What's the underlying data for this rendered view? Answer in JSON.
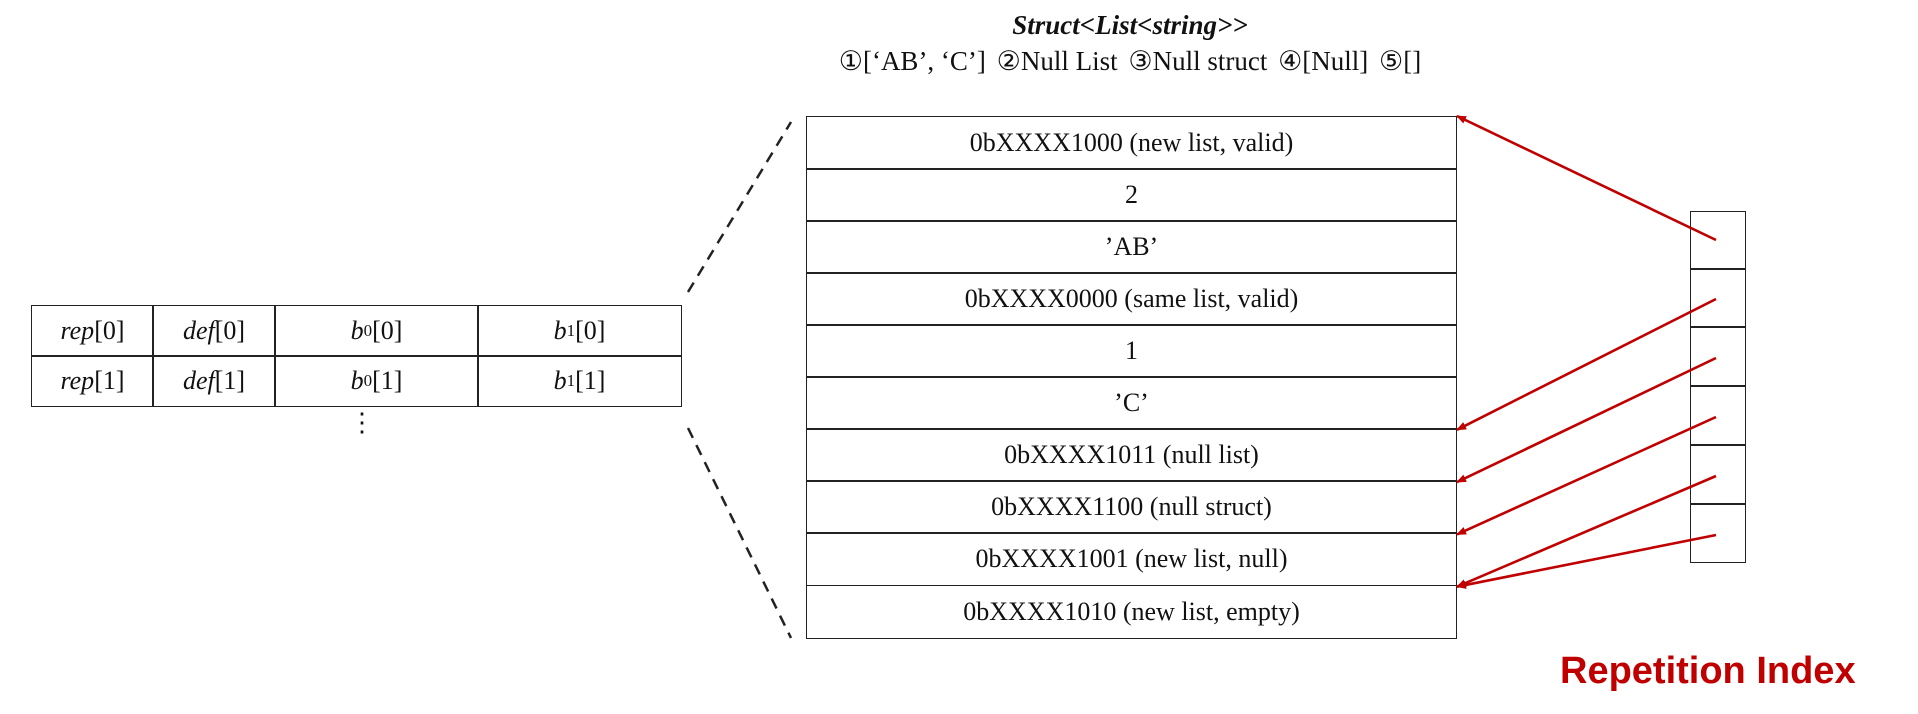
{
  "title": "Struct<List<string>>",
  "legend": [
    "①[‘AB’, ‘C’]",
    "②Null List",
    "③Null struct",
    "④[Null]",
    "⑤[]"
  ],
  "left_table": {
    "rows": [
      {
        "rep": "rep",
        "rep_idx": "[0]",
        "def": "def",
        "def_idx": "[0]",
        "b0": "b",
        "b0_sub": "0",
        "b0_idx": "[0]",
        "b1": "b",
        "b1_sub": "1",
        "b1_idx": "[0]"
      },
      {
        "rep": "rep",
        "rep_idx": "[1]",
        "def": "def",
        "def_idx": "[1]",
        "b0": "b",
        "b0_sub": "0",
        "b0_idx": "[1]",
        "b1": "b",
        "b1_sub": "1",
        "b1_idx": "[1]"
      }
    ],
    "ellipsis": "⋮"
  },
  "buffer": [
    "0bXXXX1000 (new list, valid)",
    "2",
    "’AB’",
    "0bXXXX0000 (same list, valid)",
    "1",
    "’C’",
    "0bXXXX1011 (null list)",
    "0bXXXX1100 (null struct)",
    "0bXXXX1001 (new list, null)",
    "0bXXXX1010 (new list, empty)"
  ],
  "repetition_index": {
    "label": "Repetition Index",
    "color": "#c00000",
    "slots": 6,
    "targets": [
      0,
      6,
      7,
      8,
      9,
      9
    ]
  }
}
